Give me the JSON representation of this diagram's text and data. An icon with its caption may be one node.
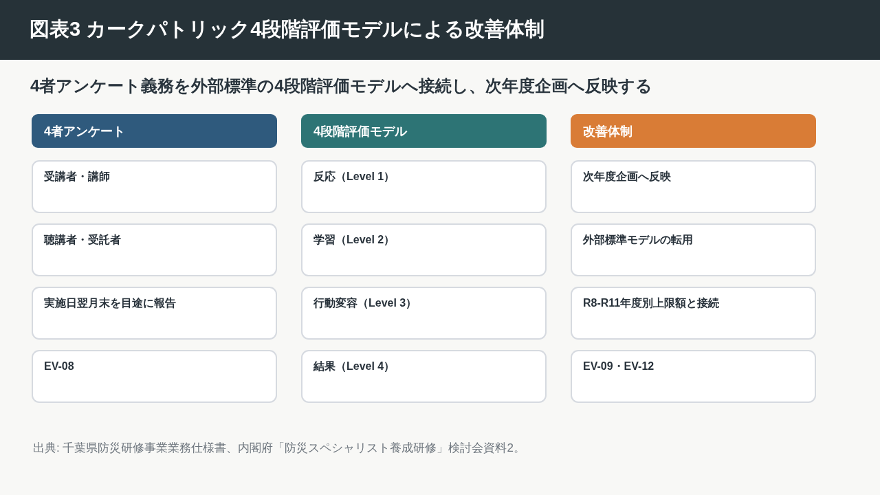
{
  "diagram": {
    "title": "図表3 カークパトリック4段階評価モデルによる改善体制",
    "nodes": [
      {
        "text": [
          "4者アンケート"
        ]
      },
      {
        "text": [
          "受講者・講師"
        ]
      },
      {
        "text": [
          "聴講者・受託者"
        ]
      },
      {
        "text": [
          "実施日翌月末を目途に報告"
        ]
      },
      {
        "text": [
          "EV-08"
        ]
      },
      {
        "text": [
          "4段階評価モデル"
        ]
      },
      {
        "text": [
          "反応（Level 1）"
        ]
      },
      {
        "text": [
          "学習（Level 2）"
        ]
      },
      {
        "text": [
          "行動変容（Level 3）"
        ]
      },
      {
        "text": [
          "結果（Level 4）"
        ]
      },
      {
        "text": [
          "改善体制"
        ]
      },
      {
        "text": [
          "次年度企画へ反映"
        ]
      },
      {
        "text": [
          "外部標準モデルの転用"
        ]
      },
      {
        "text": [
          "R8-R11年度別上限額と接続"
        ]
      },
      {
        "text": [
          "EV-09・EV-12"
        ]
      }
    ],
    "edges": [],
    "labels": [
      "4者アンケート義務を外部標準の4段階評価モデルへ接続し、次年度企画へ反映する"
    ],
    "caption": "出典: 千葉県防災研修事業業務仕様書、内閣府「防災スペシャリスト養成研修」検討会資料2。"
  }
}
